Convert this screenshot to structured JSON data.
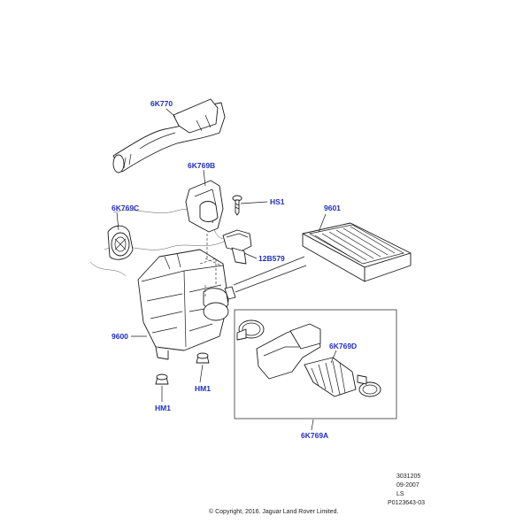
{
  "callouts": {
    "c6K770": "6K770",
    "c6K769B": "6K769B",
    "c6K769C": "6K769C",
    "cHS1": "HS1",
    "c9601": "9601",
    "c12B579": "12B579",
    "c9600": "9600",
    "c6K769D": "6K769D",
    "cHM1a": "HM1",
    "cHM1b": "HM1",
    "c6K769A": "6K769A"
  },
  "meta": {
    "ref": "3031205",
    "date": "09-2007",
    "initials": "LS",
    "code": "P0123643-03"
  },
  "copyright": "© Copyright, 2016. Jaguar Land Rover Limited.",
  "colors": {
    "callout": "#1f2fb8",
    "line": "#1a1a1a"
  }
}
